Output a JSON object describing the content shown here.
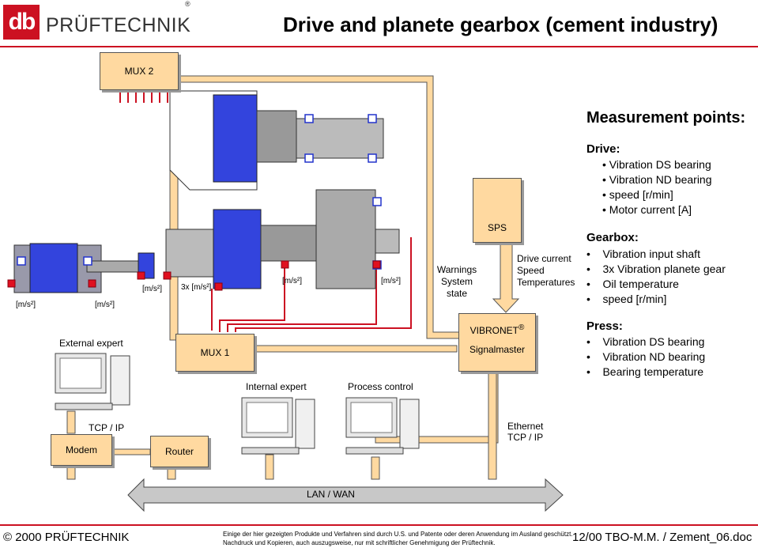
{
  "header": {
    "logo_mark": "db",
    "logo_text": "PRÜFTECHNIK",
    "registered": "®",
    "title": "Drive and planete gearbox (cement industry)"
  },
  "boxes": {
    "mux2": "MUX 2",
    "mux1": "MUX 1",
    "sps": "SPS",
    "vibronet": "VIBRONET",
    "vibronet_reg": "®",
    "signalmaster": "Signalmaster",
    "modem": "Modem",
    "router": "Router"
  },
  "labels": {
    "ms2_1": "[m/s²]",
    "ms2_2": "[m/s²]",
    "ms2_3": "[m/s²]",
    "ms2_4": "3x [m/s²]",
    "ms2_5": "[m/s²]",
    "ms2_6": "[m/s²]",
    "warnings": "Warnings",
    "system": "System",
    "state": "state",
    "drive_current": "Drive current",
    "speed": "Speed",
    "temperatures": "Temperatures",
    "external_expert": "External expert",
    "internal_expert": "Internal expert",
    "process_control": "Process control",
    "tcp_ip": "TCP / IP",
    "ethernet": "Ethernet",
    "ethernet_tcp": "TCP / IP",
    "lan_wan": "LAN / WAN"
  },
  "measurement": {
    "title": "Measurement points:",
    "sections": [
      {
        "title": "Drive:",
        "items": [
          "Vibration DS bearing",
          "Vibration ND bearing",
          "speed [r/min]",
          "Motor current [A]"
        ]
      },
      {
        "title": "Gearbox:",
        "items": [
          "Vibration input shaft",
          "3x Vibration planete gear",
          "Oil temperature",
          "speed [r/min]"
        ]
      },
      {
        "title": "Press:",
        "items": [
          "Vibration DS bearing",
          "Vibration ND bearing",
          "Bearing temperature"
        ]
      }
    ]
  },
  "footer": {
    "copyright": "© 2000 PRÜFTECHNIK",
    "fine1": "Einige der hier gezeigten Produkte und Verfahren sind durch U.S. und Patente oder deren Anwendung im Ausland geschützt.",
    "fine2": "Nachdruck und Kopieren, auch auszugsweise, nur mit schriftlicher Genehmigung der Prüftechnik.",
    "docref": "12/00 TBO-M.M. / Zement_06.doc"
  },
  "colors": {
    "accent_red": "#cc1122",
    "box_fill": "#ffd9a0",
    "sensor_red": "#e01020",
    "machine_blue": "#3344dd",
    "machine_gray": "#888888"
  }
}
